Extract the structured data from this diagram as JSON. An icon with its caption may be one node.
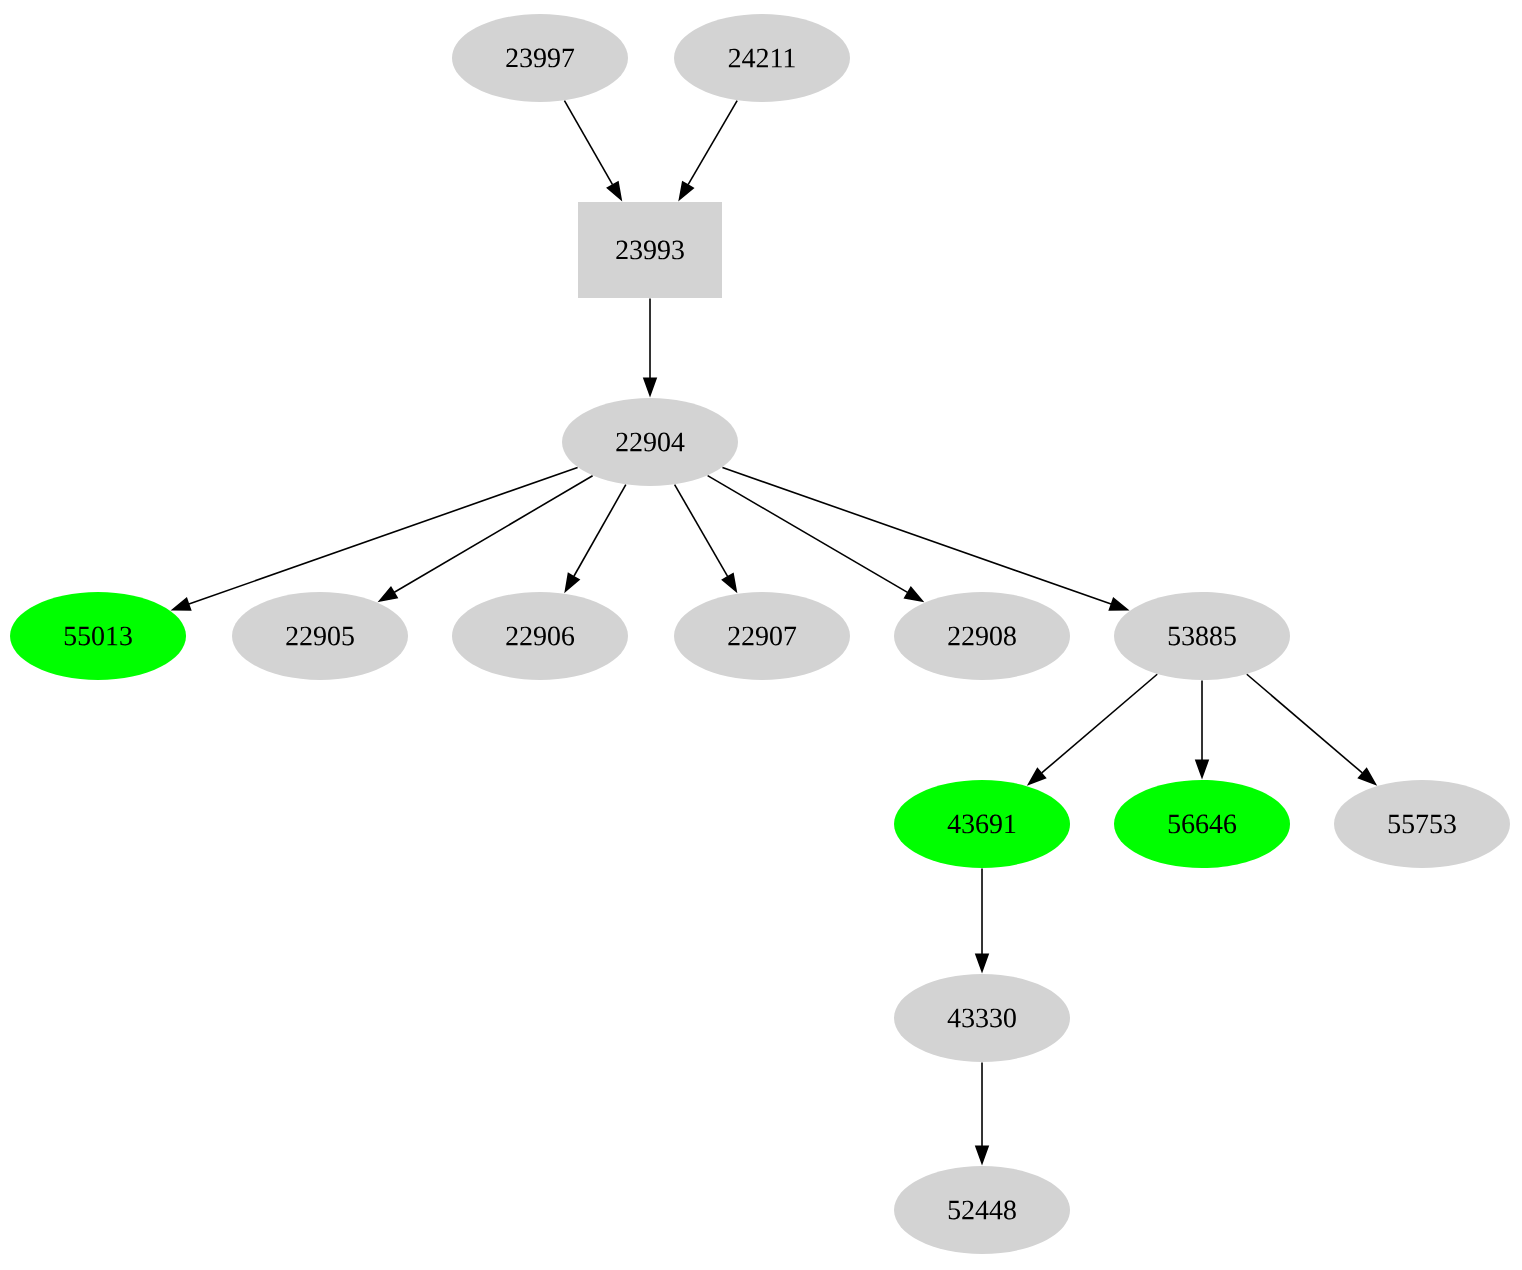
{
  "diagram": {
    "nodes": [
      {
        "text": [
          "23997"
        ]
      },
      {
        "text": [
          "24211"
        ]
      },
      {
        "text": [
          "23993"
        ]
      },
      {
        "text": [
          "22904"
        ]
      },
      {
        "text": [
          "55013"
        ]
      },
      {
        "text": [
          "22905"
        ]
      },
      {
        "text": [
          "22906"
        ]
      },
      {
        "text": [
          "22907"
        ]
      },
      {
        "text": [
          "22908"
        ]
      },
      {
        "text": [
          "53885"
        ]
      },
      {
        "text": [
          "43691"
        ]
      },
      {
        "text": [
          "56646"
        ]
      },
      {
        "text": [
          "55753"
        ]
      },
      {
        "text": [
          "43330"
        ]
      },
      {
        "text": [
          "52448"
        ]
      }
    ],
    "edges": [
      {
        "from": 0,
        "to": 2,
        "arrow": "to"
      },
      {
        "from": 1,
        "to": 2,
        "arrow": "to"
      },
      {
        "from": 2,
        "to": 3,
        "arrow": "to"
      },
      {
        "from": 3,
        "to": 4,
        "arrow": "to"
      },
      {
        "from": 3,
        "to": 5,
        "arrow": "to"
      },
      {
        "from": 3,
        "to": 6,
        "arrow": "to"
      },
      {
        "from": 3,
        "to": 7,
        "arrow": "to"
      },
      {
        "from": 3,
        "to": 8,
        "arrow": "to"
      },
      {
        "from": 3,
        "to": 9,
        "arrow": "to"
      },
      {
        "from": 9,
        "to": 10,
        "arrow": "to"
      },
      {
        "from": 9,
        "to": 11,
        "arrow": "to"
      },
      {
        "from": 9,
        "to": 12,
        "arrow": "to"
      },
      {
        "from": 10,
        "to": 13,
        "arrow": "to"
      },
      {
        "from": 13,
        "to": 14,
        "arrow": "to"
      }
    ]
  }
}
